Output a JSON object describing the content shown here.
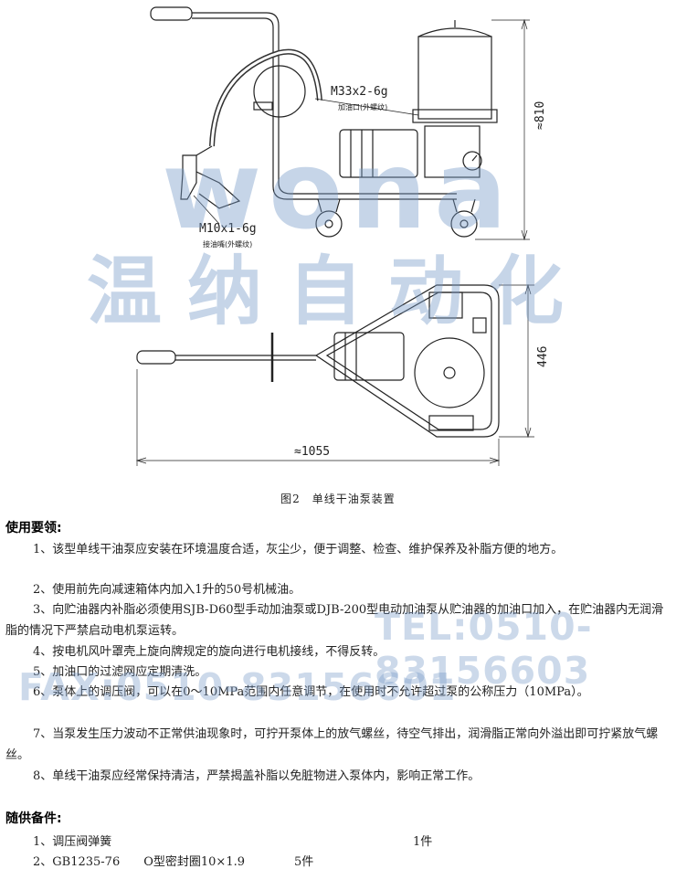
{
  "drawing": {
    "label_m33": "M33x2-6g",
    "label_m33_sub": "加油口(外螺纹)",
    "label_m10": "M10x1-6g",
    "label_m10_sub": "接油嘴(外螺纹)",
    "dim_height": "≈810",
    "dim_depth": "446",
    "dim_length": "≈1055"
  },
  "figure_caption": "图2　单线干油泵装置",
  "watermark": {
    "logo_text": "wona",
    "company_cn": "温纳自动化",
    "tel": "TEL:0510-83156603",
    "fax": "FAX:0510-83156601"
  },
  "usage": {
    "title": "使用要领:",
    "items": [
      "1、该型单线干油泵应安装在环境温度合适，灰尘少，便于调整、检查、维护保养及补脂方便的地方。",
      "2、使用前先向减速箱体内加入1升的50号机械油。",
      "3、向贮油器内补脂必须使用SJB-D60型手动加油泵或DJB-200型电动加油泵从贮油器的加油口加入，在贮油器内无润滑脂的情况下严禁启动电机泵运转。",
      "4、按电机风叶罩壳上旋向牌规定的旋向进行电机接线，不得反转。",
      "5、加油口的过滤网应定期清洗。",
      "6、泵体上的调压阀，可以在0～10MPa范围内任意调节，在使用时不允许超过泵的公称压力（10MPa）。",
      "7、当泵发生压力波动不正常供油现象时，可拧开泵体上的放气螺丝，待空气排出，润滑脂正常向外溢出即可拧紧放气螺丝。",
      "8、单线干油泵应经常保持清洁，严禁揭盖补脂以免脏物进入泵体内，影响正常工作。"
    ]
  },
  "accessories": {
    "title": "随供备件:",
    "items": [
      {
        "name": "1、调压阀弹簧",
        "qty": "1件"
      },
      {
        "name": "2、GB1235-76　　O型密封圈10×1.9",
        "qty": "5件"
      }
    ]
  }
}
